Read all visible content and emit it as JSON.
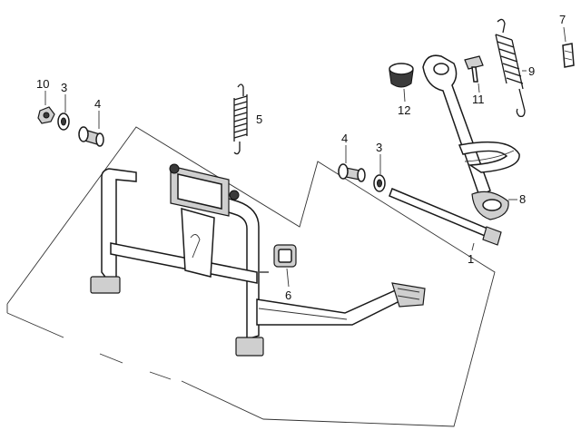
{
  "callouts": [
    {
      "id": "1",
      "label": "1"
    },
    {
      "id": "3a",
      "label": "3"
    },
    {
      "id": "3b",
      "label": "3"
    },
    {
      "id": "4a",
      "label": "4"
    },
    {
      "id": "4b",
      "label": "4"
    },
    {
      "id": "5",
      "label": "5"
    },
    {
      "id": "6",
      "label": "6"
    },
    {
      "id": "7",
      "label": "7"
    },
    {
      "id": "8",
      "label": "8"
    },
    {
      "id": "9",
      "label": "9"
    },
    {
      "id": "10",
      "label": "10"
    },
    {
      "id": "11",
      "label": "11"
    },
    {
      "id": "12",
      "label": "12"
    }
  ]
}
